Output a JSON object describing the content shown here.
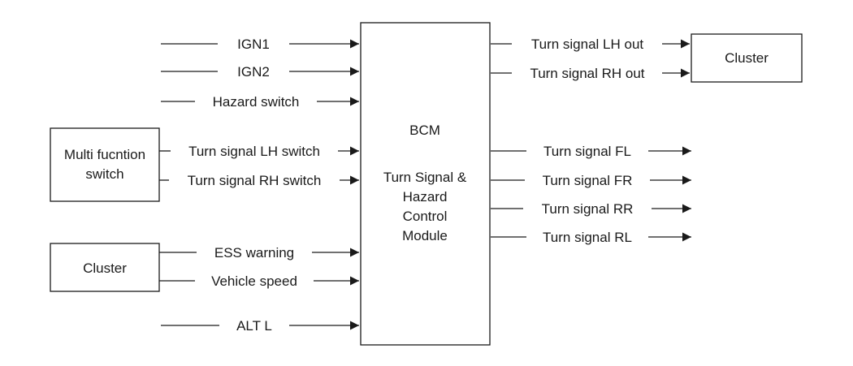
{
  "bcm": {
    "title": "BCM",
    "subtitle_lines": [
      "Turn Signal &",
      "Hazard",
      "Control",
      "Module"
    ]
  },
  "multi_function_switch": {
    "label_lines": [
      "Multi fucntion",
      "switch"
    ]
  },
  "cluster_left": {
    "label": "Cluster"
  },
  "cluster_right": {
    "label": "Cluster"
  },
  "inputs": {
    "ign1": "IGN1",
    "ign2": "IGN2",
    "hazard_switch": "Hazard switch",
    "turn_lh_switch": "Turn signal LH switch",
    "turn_rh_switch": "Turn signal RH switch",
    "ess_warning": "ESS warning",
    "vehicle_speed": "Vehicle speed",
    "alt_l": "ALT L"
  },
  "outputs": {
    "turn_lh_out": "Turn signal LH out",
    "turn_rh_out": "Turn signal RH out",
    "turn_fl": "Turn signal FL",
    "turn_fr": "Turn signal FR",
    "turn_rr": "Turn signal RR",
    "turn_rl": "Turn signal RL"
  }
}
